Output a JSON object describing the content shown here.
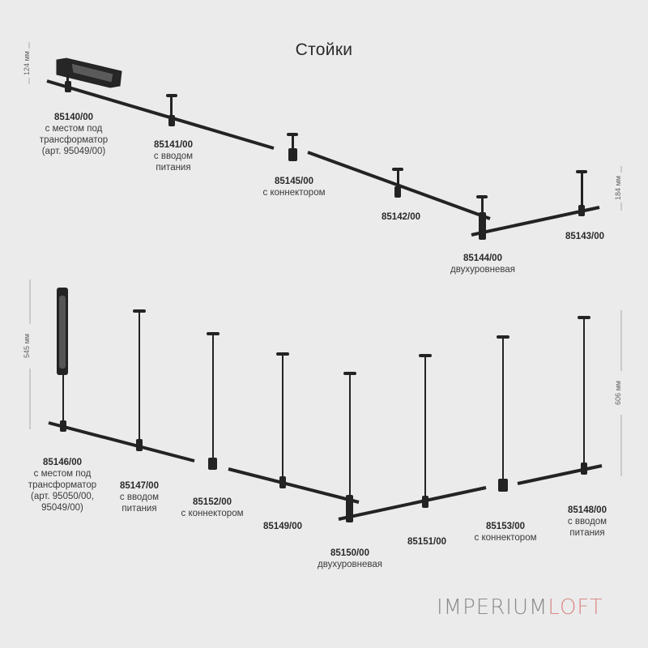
{
  "title": "Стойки",
  "dimensions": {
    "top_left": "124 мм",
    "top_right": "184 мм",
    "bottom_left": "545 мм",
    "bottom_right": "606 мм"
  },
  "top_row": [
    {
      "code": "85140/00",
      "desc": [
        "с местом под",
        "трансформатор",
        "(арт. 95049/00)"
      ]
    },
    {
      "code": "85141/00",
      "desc": [
        "с вводом",
        "питания"
      ]
    },
    {
      "code": "85145/00",
      "desc": [
        "с коннектором"
      ]
    },
    {
      "code": "85142/00",
      "desc": []
    },
    {
      "code": "85144/00",
      "desc": [
        "двухуровневая"
      ]
    },
    {
      "code": "85143/00",
      "desc": []
    }
  ],
  "bottom_row": [
    {
      "code": "85146/00",
      "desc": [
        "с местом под",
        "трансформатор",
        "(арт. 95050/00,",
        "95049/00)"
      ]
    },
    {
      "code": "85147/00",
      "desc": [
        "с вводом",
        "питания"
      ]
    },
    {
      "code": "85152/00",
      "desc": [
        "с коннектором"
      ]
    },
    {
      "code": "85149/00",
      "desc": []
    },
    {
      "code": "85150/00",
      "desc": [
        "двухуровневая"
      ]
    },
    {
      "code": "85151/00",
      "desc": []
    },
    {
      "code": "85153/00",
      "desc": [
        "с коннектором"
      ]
    },
    {
      "code": "85148/00",
      "desc": [
        "с вводом",
        "питания"
      ]
    }
  ],
  "logo": {
    "part1": "IMPERIUM",
    "part2": "LOFT"
  },
  "colors": {
    "background": "#ebebeb",
    "rail": "#232323",
    "logo_grey": "#8a8a8a",
    "logo_pink": "#d98a87"
  }
}
